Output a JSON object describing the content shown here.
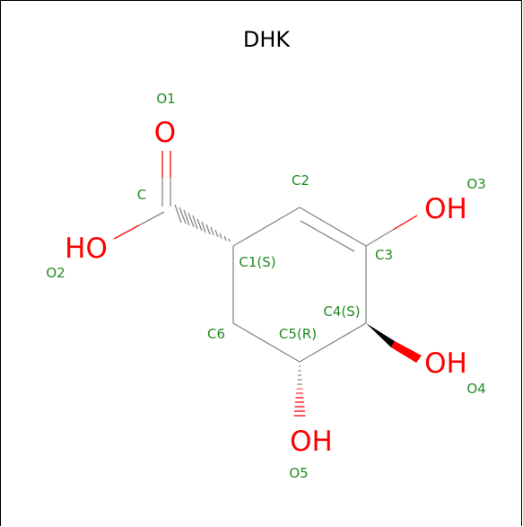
{
  "title": "DHK",
  "colors": {
    "bond": "#888888",
    "oxygen": "#ff0000",
    "atom_label": "#228b22",
    "title": "#000000"
  },
  "symbols": {
    "o1": "O",
    "o2": "HO",
    "o3": "OH",
    "o4": "OH",
    "o5": "OH"
  },
  "atom_labels": {
    "o1": "O1",
    "o2": "O2",
    "o3": "O3",
    "o4": "O4",
    "o5": "O5",
    "c": "C",
    "c1": "C1(S)",
    "c2": "C2",
    "c3": "C3",
    "c4": "C4(S)",
    "c5": "C5(R)",
    "c6": "C6"
  }
}
